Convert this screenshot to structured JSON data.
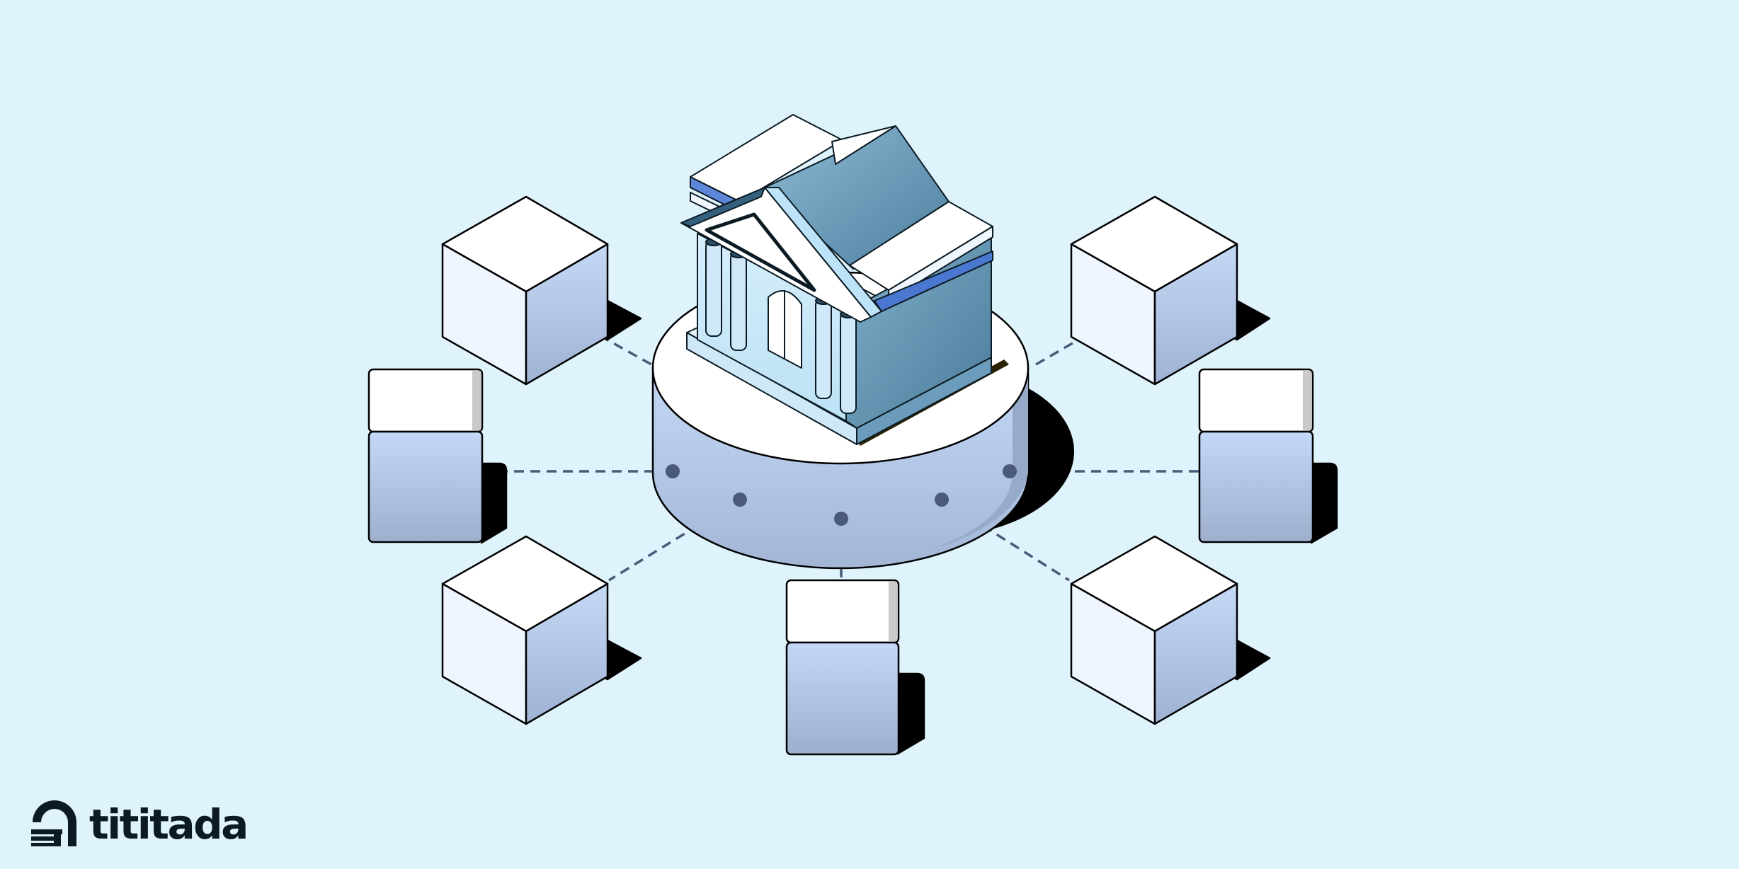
{
  "brand": {
    "name": "tititada",
    "icon": "tititada-logo-icon"
  },
  "colors": {
    "background": "#dff3fc",
    "platform_side": "#bcd0ee",
    "node_light": "#eef5ff",
    "node_blue": "#bcd3f3",
    "building_roof": "#5f93b3",
    "connector": "#4a5a78",
    "shadow": "#000000"
  },
  "illustration": {
    "center": "bank-building-icon",
    "nodes": [
      "network-node-cube",
      "network-node-cube",
      "network-node-cube",
      "network-node-cube",
      "network-node-server",
      "network-node-server",
      "network-node-server"
    ]
  }
}
